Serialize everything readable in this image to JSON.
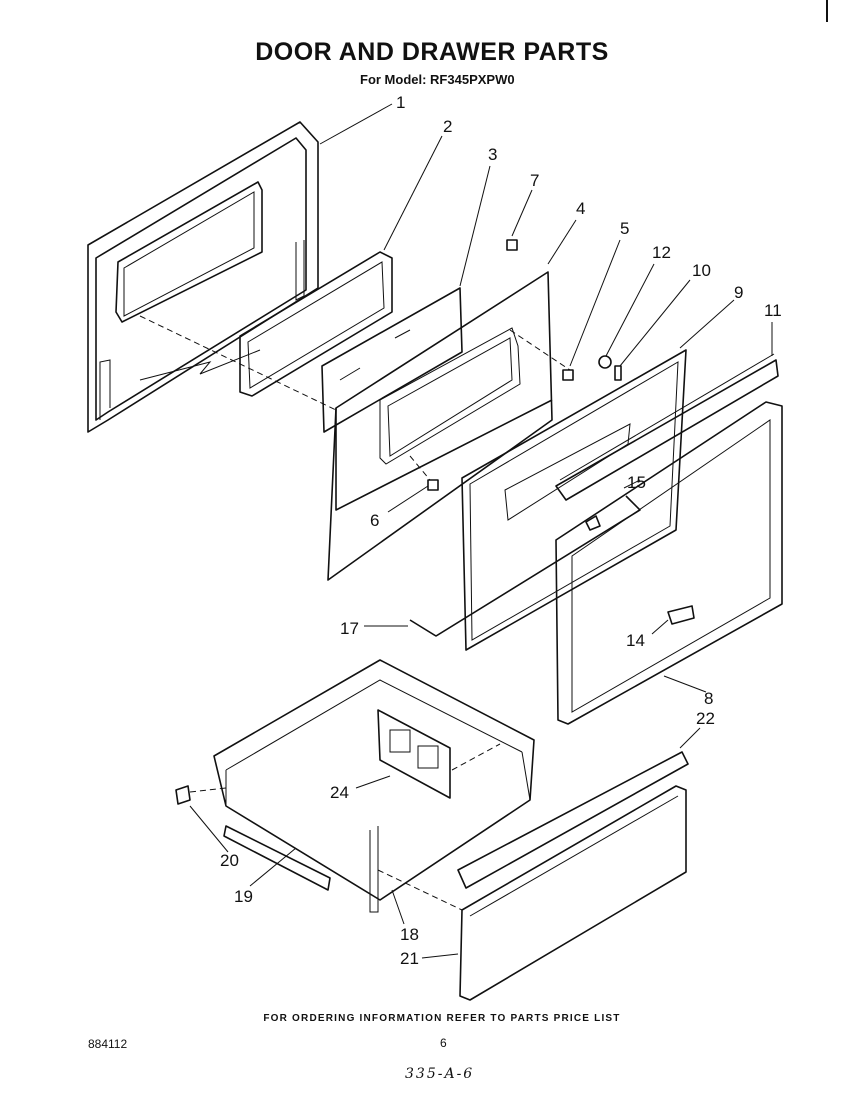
{
  "header": {
    "title": "DOOR AND DRAWER PARTS",
    "model_line": "For Model: RF345PXPW0"
  },
  "callouts": [
    "1",
    "2",
    "3",
    "7",
    "4",
    "5",
    "12",
    "10",
    "9",
    "11",
    "6",
    "15",
    "17",
    "14",
    "8",
    "22",
    "24",
    "20",
    "19",
    "18",
    "21"
  ],
  "footer": {
    "ordering_note": "FOR ORDERING INFORMATION REFER TO PARTS PRICE LIST",
    "doc_code": "884112",
    "page_number": "6",
    "handwritten_note": "335-A-6"
  }
}
